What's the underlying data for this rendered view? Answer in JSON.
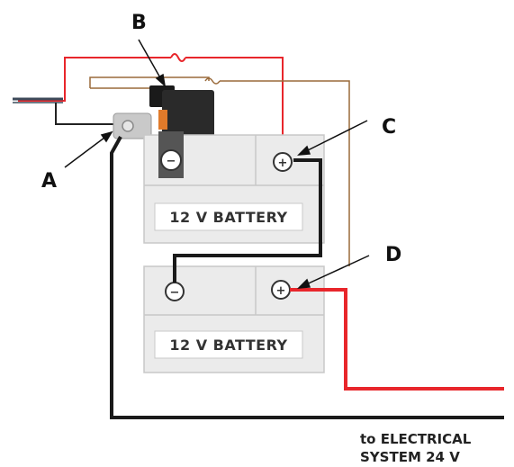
{
  "diagram": {
    "callouts": {
      "a": "A",
      "b": "B",
      "c": "C",
      "d": "D"
    },
    "battery_top": {
      "label": "12 V BATTERY",
      "negative_symbol": "−",
      "positive_symbol": "+"
    },
    "battery_bottom": {
      "label": "12 V BATTERY",
      "negative_symbol": "−",
      "positive_symbol": "+"
    },
    "footer": {
      "line1": "to ELECTRICAL",
      "line2": "SYSTEM 24 V"
    },
    "colors": {
      "positive_wire": "#e8262b",
      "ground_wire": "#1a1a1a",
      "sense_wire": "#9a6a3a",
      "battery_fill": "#ebebeb",
      "battery_outline": "#c8c8c8",
      "connector": "#222222",
      "connector_accent": "#e07a2a"
    }
  }
}
